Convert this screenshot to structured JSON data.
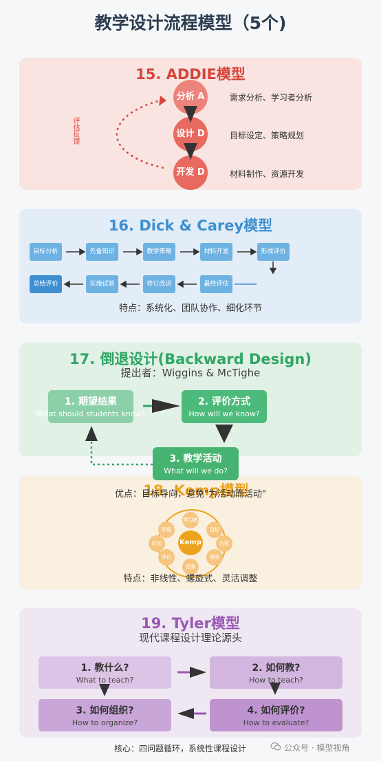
{
  "page": {
    "title": "教学设计流程模型（5个)"
  },
  "addie": {
    "title": "15. ADDIE模型",
    "feedback_label": "评估反馈",
    "steps": [
      {
        "label": "分析 A",
        "desc": "需求分析、学习者分析"
      },
      {
        "label": "设计 D",
        "desc": "目标设定、策略规划"
      },
      {
        "label": "开发 D",
        "desc": "材料制作、资源开发"
      }
    ]
  },
  "dick_carey": {
    "title": "16. Dick & Carey模型",
    "row1": [
      "目标分析",
      "先备知识",
      "教学策略",
      "材料开发",
      "形成评价"
    ],
    "row2": [
      "总结评价",
      "实施试验",
      "修订改进",
      "最终评估"
    ],
    "note": "特点：系统化、团队协作、细化环节"
  },
  "backward": {
    "title": "17. 倒退设计(Backward Design)",
    "subtitle": "提出者：Wiggins & McTighe",
    "steps": [
      {
        "label": "1. 期望结果",
        "sub": "What should students know?"
      },
      {
        "label": "2. 评价方式",
        "sub": "How will we know?"
      },
      {
        "label": "3. 教学活动",
        "sub": "What will we do?"
      }
    ],
    "note": "优点：目标导向，避免\"为活动而活动\""
  },
  "kemp": {
    "title": "18. Kemp模型",
    "center": "Kemp",
    "nodes": [
      "学习者",
      "目标",
      "内容",
      "策略",
      "资源",
      "评价",
      "时间",
      "环境"
    ],
    "note": "特点：非线性、螺旋式、灵活调整"
  },
  "tyler": {
    "title": "19. Tyler模型",
    "subtitle": "现代课程设计理论源头",
    "steps": [
      {
        "label": "1. 教什么?",
        "sub": "What to teach?"
      },
      {
        "label": "2. 如何教?",
        "sub": "How to teach?"
      },
      {
        "label": "3. 如何组织?",
        "sub": "How to organize?"
      },
      {
        "label": "4. 如何评价?",
        "sub": "How to evaluate?"
      }
    ],
    "footer": "核心：四问题循环，系统性课程设计"
  },
  "watermark": {
    "text": "公众号 · 模型视角"
  },
  "colors": {
    "addie": "#d8453b",
    "dick_carey": "#3d8fd1",
    "backward": "#2fa665",
    "kemp": "#eda21b",
    "tyler": "#9a58b3"
  }
}
